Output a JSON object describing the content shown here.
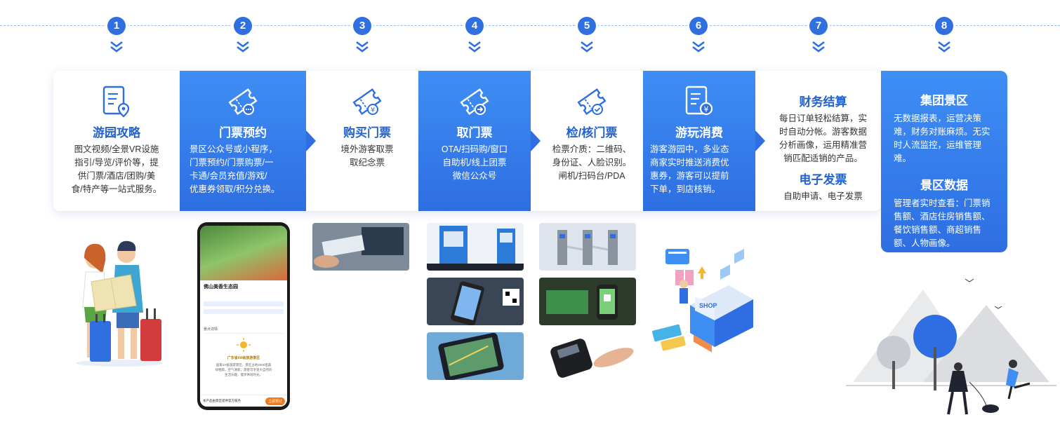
{
  "steps": [
    "1",
    "2",
    "3",
    "4",
    "5",
    "6",
    "7",
    "8"
  ],
  "cards": [
    {
      "title": "游园攻略",
      "lines": [
        "图文视频/全景VR设施",
        "指引/导览/评价等，提",
        "供门票/酒店/团购/美",
        "食/特产等一站式服务。"
      ]
    },
    {
      "title": "门票预约",
      "lines": [
        "景区公众号或小程序，",
        "门票预约/门票购票/一",
        "卡通/会员充值/游戏/",
        "优惠券领取/积分兑换。"
      ]
    },
    {
      "title": "购买门票",
      "lines": [
        "境外游客取票",
        "取纪念票"
      ]
    },
    {
      "title": "取门票",
      "lines": [
        "OTA/扫码购/窗口",
        "自助机/线上团票",
        "微信公众号"
      ]
    },
    {
      "title": "检/核门票",
      "lines": [
        "检票介质：二维码、",
        "身份证、人脸识别。",
        "闸机/扫码台/PDA"
      ]
    },
    {
      "title": "游玩消费",
      "lines": [
        "游客游园中，多业态",
        "商家实时推送消费优",
        "惠券，游客可以提前",
        "下单，到店核销。"
      ]
    }
  ],
  "card7": {
    "title1": "财务结算",
    "lines1": [
      "每日订单轻松结算，实",
      "时自动分帐。游客数据",
      "分析画像，运用精准营",
      "销匹配适销的产品。"
    ],
    "title2": "电子发票",
    "lines2": [
      "自助申请、电子发票"
    ]
  },
  "card8": {
    "title1": "集团景区",
    "text1": "无数据报表，运营决策难，财务对账麻烦。无实时人流监控，运维管理难。",
    "title2": "景区数据",
    "text2": "管理者实时查看：门票销售额、酒店住房销售额、餐饮销售额、商超销售额、人物画像。"
  },
  "phone": {
    "title": "佛山美香生态园",
    "notice": "景点详情",
    "banner": "广东省4A级旅游景区",
    "body_lines": [
      "国家4A级旅游景区，景区占地2000亩森",
      "绿相荫，空气清新，游客可享受大自然的",
      "生活乐趣，慢享休闲时光。"
    ],
    "footer": "本产品由景区提供官方服务",
    "button": "立即预订"
  },
  "shop_sign": "SHOP",
  "colors": {
    "primary": "#2e6ee2",
    "accent": "#2362cf",
    "light": "#3e8ef4"
  }
}
